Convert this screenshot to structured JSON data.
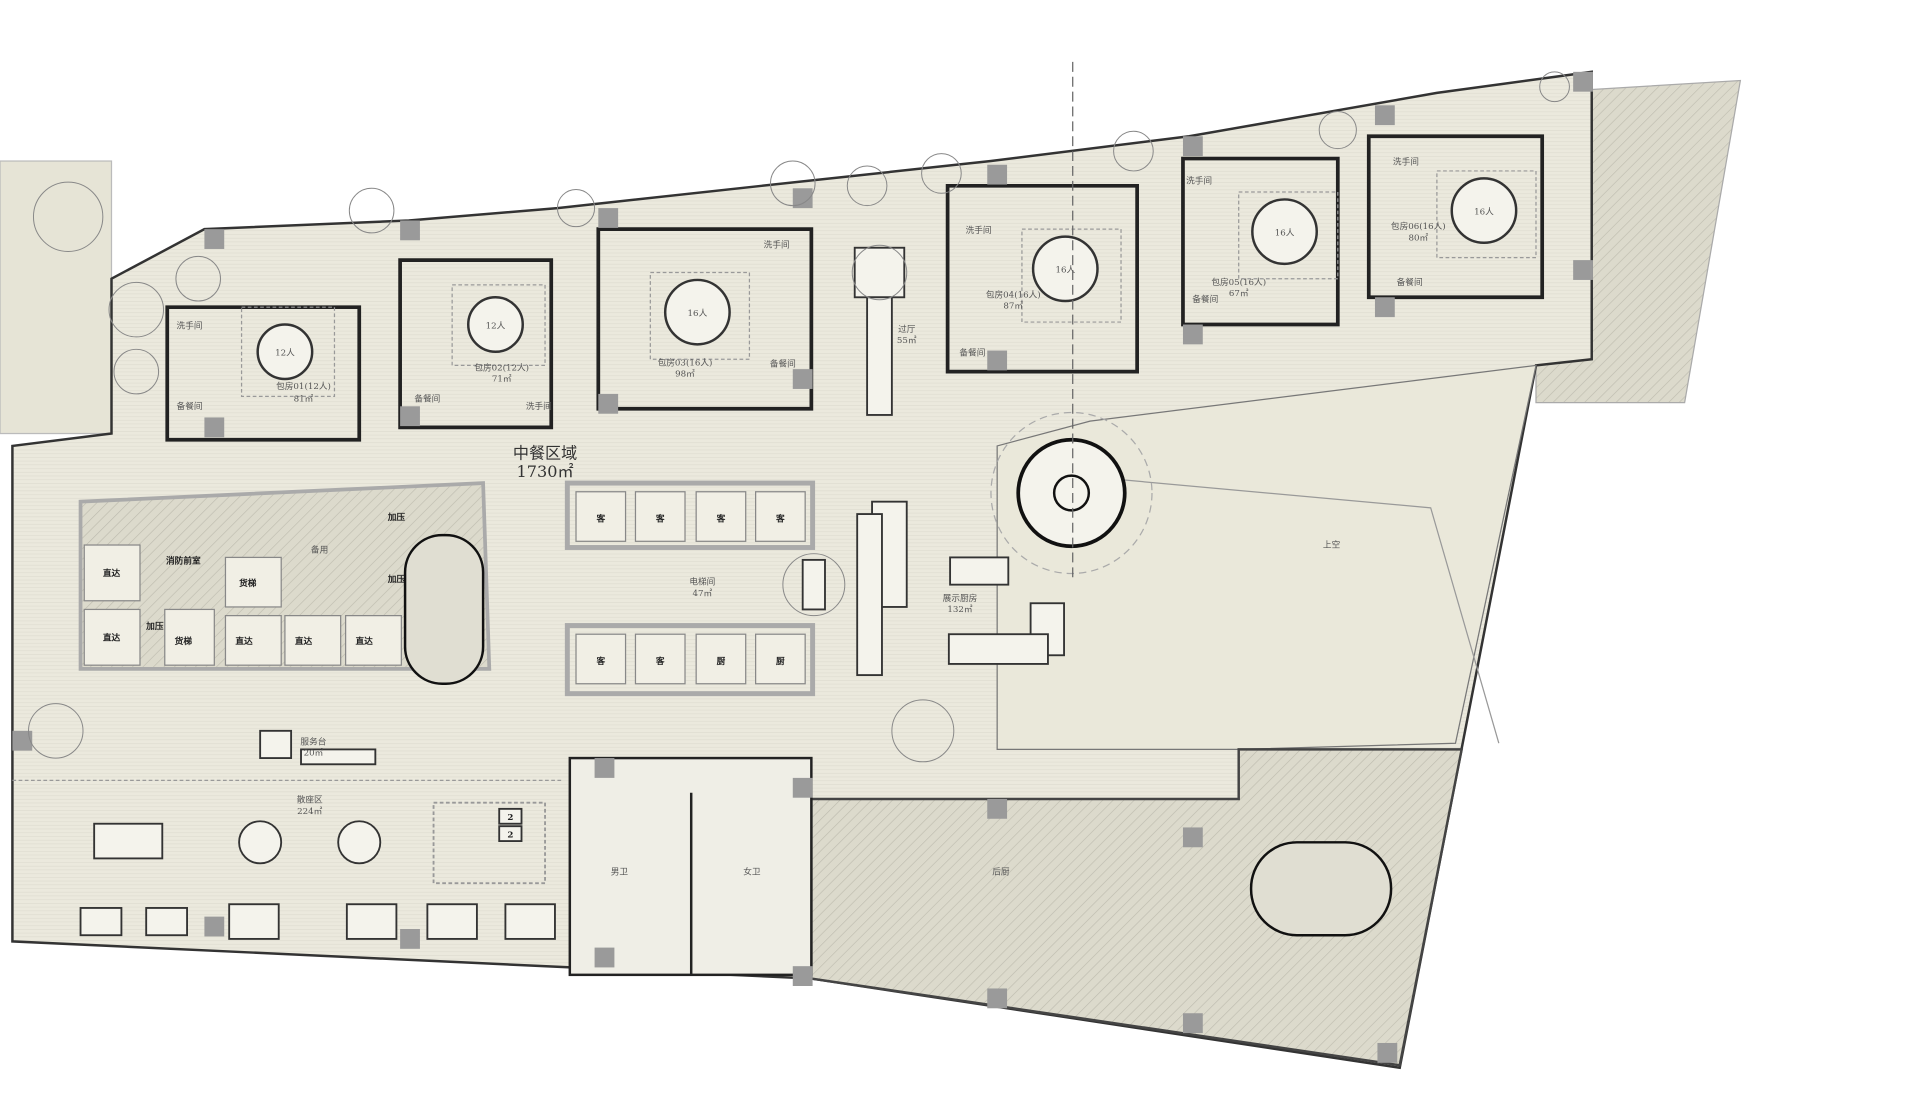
{
  "plan": {
    "main_area": {
      "name": "中餐区域",
      "area": "1730㎡"
    },
    "rooms": [
      {
        "name": "包房01(12人)",
        "area": "81㎡",
        "table": "12人"
      },
      {
        "name": "包房02(12人)",
        "area": "71㎡",
        "table": "12人"
      },
      {
        "name": "包房03(16人)",
        "area": "98㎡",
        "table": "16人"
      },
      {
        "name": "包房04(16人)",
        "area": "87㎡",
        "table": "16人"
      },
      {
        "name": "包房05(16人)",
        "area": "67㎡",
        "table": "16人"
      },
      {
        "name": "包房06(16人)",
        "area": "80㎡",
        "table": "16人"
      }
    ],
    "hall": {
      "name": "过厅",
      "area": "55㎡"
    },
    "elevator_lobby": {
      "name": "电梯间",
      "area": "47㎡"
    },
    "show_kitchen": {
      "name": "展示厨房",
      "area": "132㎡"
    },
    "void": {
      "name": "上空"
    },
    "service_desk": {
      "name": "服务台",
      "area": "20㎡"
    },
    "seating": {
      "name": "散座区",
      "area": "224㎡"
    },
    "mens_wc": "男卫",
    "womens_wc": "女卫",
    "back_kitchen": "后厨",
    "spare": "备用",
    "fire_lobby": "消防前室",
    "pantry": "备餐间",
    "washroom": "洗手间",
    "direct_lift": "直达",
    "freight_lift": "货梯",
    "pressurize": "加压",
    "guest_lift": "客",
    "kitchen_lift": "厨",
    "table_2": "2"
  },
  "colors": {
    "floor": "#e9e7da",
    "hatch": "#d6d4c6",
    "wall": "#222222",
    "column": "#9a9a9a"
  }
}
